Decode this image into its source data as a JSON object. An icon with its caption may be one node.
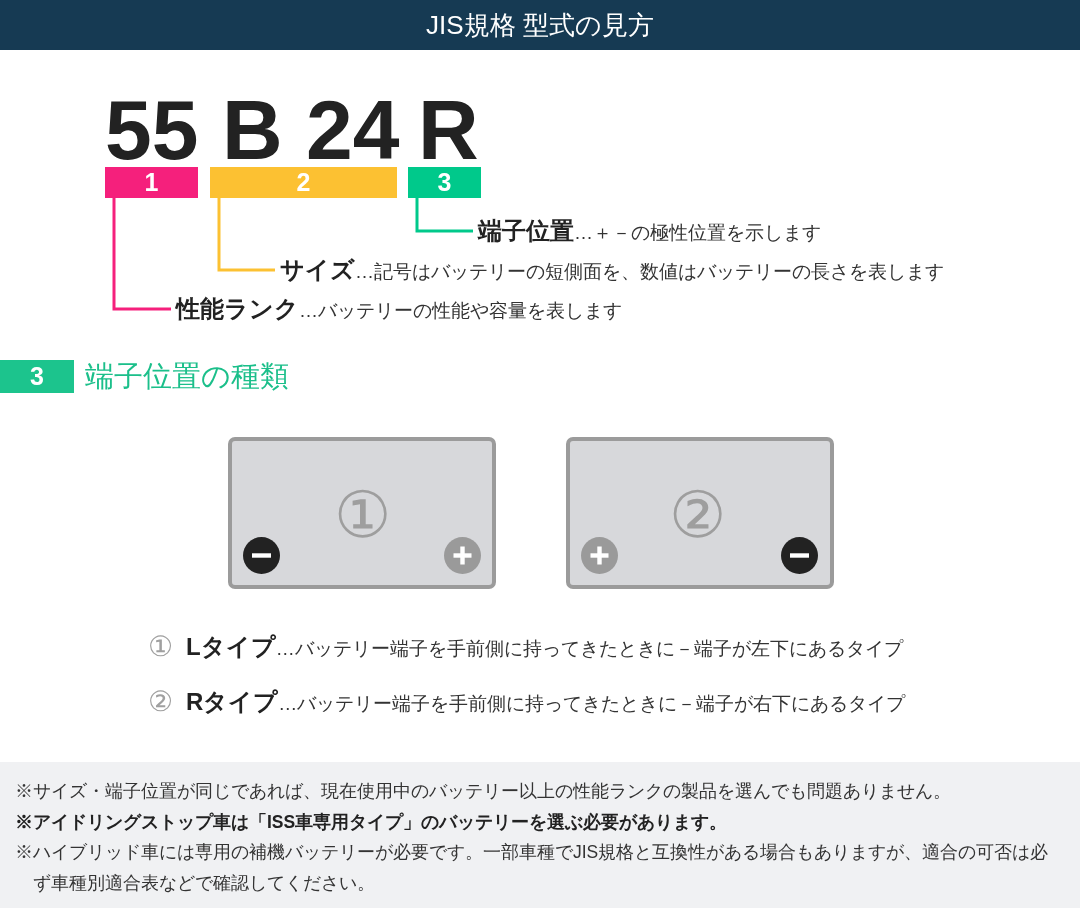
{
  "diagram": {
    "title": "JIS規格 型式の見方",
    "nodes": [
      {
        "text": [
          "1"
        ],
        "beside": [
          "55"
        ]
      },
      {
        "text": [
          "2"
        ],
        "beside": [
          "B 24"
        ]
      },
      {
        "text": [
          "3"
        ],
        "beside": [
          "R"
        ]
      },
      {
        "text": [
          "**端子位置**…＋－の極性位置を示します"
        ]
      },
      {
        "text": [
          "**サイズ**…記号はバッテリーの短側面を、数値はバッテリーの長さを表します"
        ]
      },
      {
        "text": [
          "**性能ランク**…バッテリーの性能や容量を表します"
        ]
      },
      {
        "text": [
          "3"
        ],
        "beside": [
          "端子位置の種類"
        ]
      },
      {
        "text": [
          "①"
        ]
      },
      {
        "text": [
          "②"
        ]
      },
      {
        "text": [
          "※サイズ・端子位置が同じであれば、現在使用中のバッテリー以上の性能ランクの製品を選んでも問題ありません。",
          "※アイドリングストップ車は「ISS車専用タイプ」のバッテリーを選ぶ必要があります。",
          "※ハイブリッド車には専用の補機バッテリーが必要です。一部車種でJIS規格と互換性がある場合もありますが、適合の可否は必ず車種別適合表などで確認してください。"
        ]
      }
    ],
    "edges": [
      {
        "from": 2,
        "to": 3,
        "arrow": "none",
        "color": "#00c98b"
      },
      {
        "from": 1,
        "to": 4,
        "arrow": "none",
        "color": "#fcc132"
      },
      {
        "from": 0,
        "to": 5,
        "arrow": "none",
        "color": "#f5207c"
      }
    ],
    "labels": [
      "①",
      "**Lタイプ**…バッテリー端子を手前側に持ってきたときに－端子が左下にあるタイプ",
      "②",
      "**Rタイプ**…バッテリー端子を手前側に持ってきたときに－端子が右下にあるタイプ"
    ]
  }
}
